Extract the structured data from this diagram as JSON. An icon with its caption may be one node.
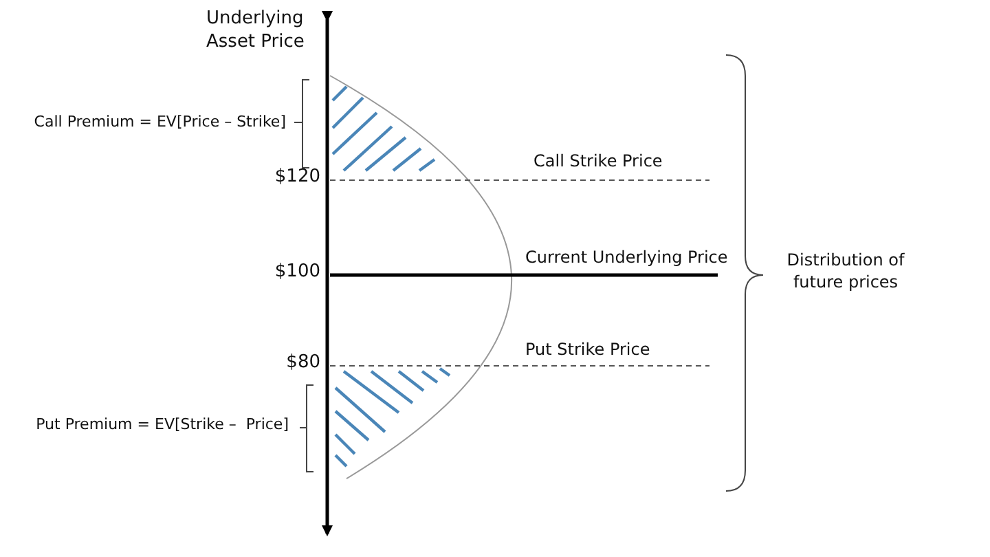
{
  "diagram": {
    "labels": [
      "Underlying Asset Price",
      "Call Premium = EV[Price – Strike]",
      "$120",
      "Call Strike Price",
      "$100",
      "Current Underlying Price",
      "Distribution of future prices",
      "$80",
      "Put Strike Price",
      "Put Premium = EV[Strike –  Price]"
    ]
  }
}
